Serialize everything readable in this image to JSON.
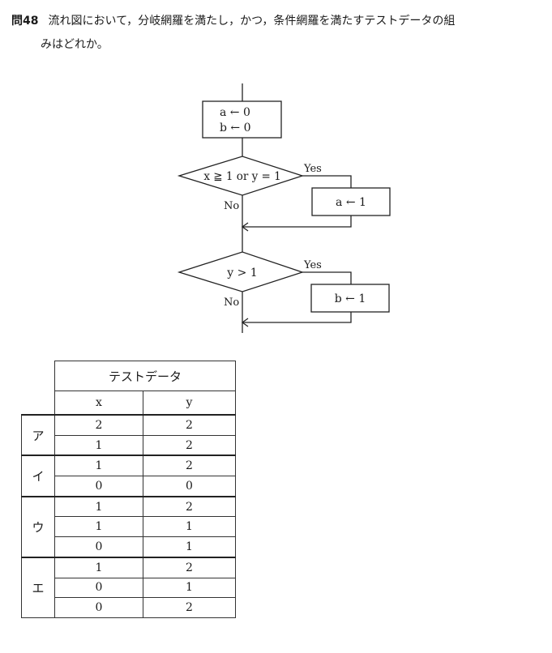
{
  "question": {
    "number": "問48",
    "text_line1": "流れ図において，分岐網羅を満たし，かつ，条件網羅を満たすテストデータの組",
    "text_line2": "みはどれか。"
  },
  "flowchart": {
    "init_a": "a ← 0",
    "init_b": "b ← 0",
    "cond1": "x ≧ 1  or  y = 1",
    "cond1_yes": "Yes",
    "cond1_no": "No",
    "proc1": "a ← 1",
    "cond2": "y > 1",
    "cond2_yes": "Yes",
    "cond2_no": "No",
    "proc2": "b ← 1"
  },
  "table": {
    "title": "テストデータ",
    "col_x": "x",
    "col_y": "y",
    "groups": [
      {
        "label": "ア",
        "rows": [
          {
            "x": "2",
            "y": "2"
          },
          {
            "x": "1",
            "y": "2"
          }
        ]
      },
      {
        "label": "イ",
        "rows": [
          {
            "x": "1",
            "y": "2"
          },
          {
            "x": "0",
            "y": "0"
          }
        ]
      },
      {
        "label": "ウ",
        "rows": [
          {
            "x": "1",
            "y": "2"
          },
          {
            "x": "1",
            "y": "1"
          },
          {
            "x": "0",
            "y": "1"
          }
        ]
      },
      {
        "label": "エ",
        "rows": [
          {
            "x": "1",
            "y": "2"
          },
          {
            "x": "0",
            "y": "1"
          },
          {
            "x": "0",
            "y": "2"
          }
        ]
      }
    ]
  }
}
